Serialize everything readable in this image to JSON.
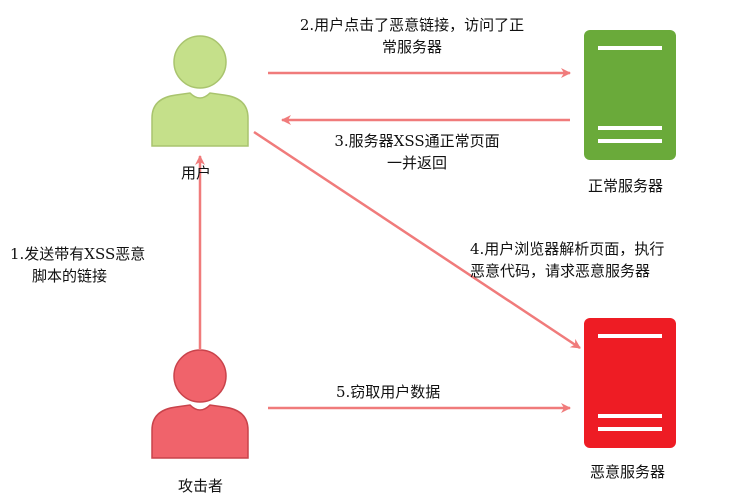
{
  "nodes": {
    "user": {
      "label": "用户"
    },
    "attacker": {
      "label": "攻击者"
    },
    "normal_server": {
      "label": "正常服务器"
    },
    "malicious_server": {
      "label": "恶意服务器"
    }
  },
  "steps": {
    "step1": {
      "line1": "1.发送带有XSS恶意",
      "line2": "脚本的链接"
    },
    "step2": {
      "line1": "2.用户点击了恶意链接，访问了正",
      "line2": "常服务器"
    },
    "step3": {
      "line1": "3.服务器XSS通正常页面",
      "line2": "一并返回"
    },
    "step4": {
      "line1": "4.用户浏览器解析页面，执行",
      "line2": "恶意代码，请求恶意服务器"
    },
    "step5": {
      "line1": "5.窃取用户数据"
    }
  },
  "colors": {
    "user_fill": "#c5e08a",
    "user_stroke": "#a9c46e",
    "attacker_fill": "#f0636b",
    "attacker_stroke": "#c9434b",
    "normal_server": "#6aaa3a",
    "malicious_server": "#ee1c24",
    "arrow": "#f07b7b"
  }
}
